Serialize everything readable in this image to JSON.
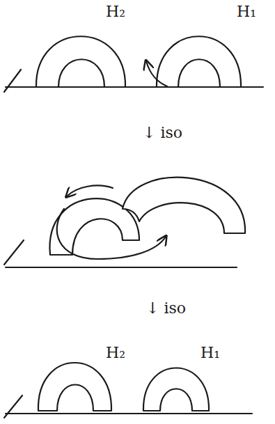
{
  "diagram": {
    "labels": [
      "H₂",
      "H₁",
      "↓ iso",
      "↓ iso",
      "H₂",
      "H₁"
    ]
  }
}
